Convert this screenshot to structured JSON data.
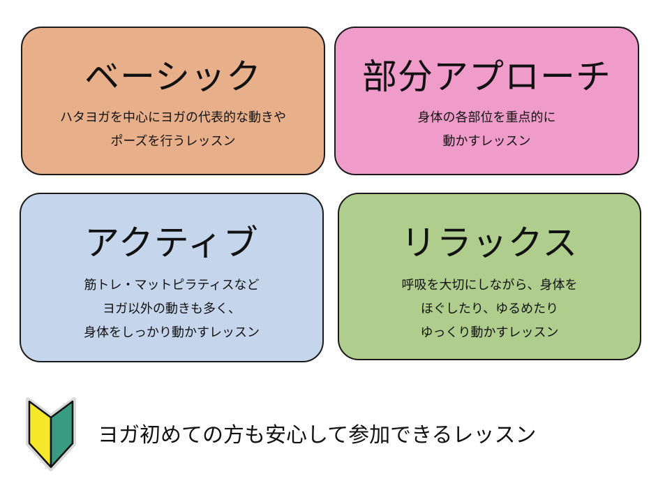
{
  "colors": {
    "basic": "#e8b08a",
    "partial": "#f09cca",
    "active": "#c5d6ec",
    "relax": "#afcd8c",
    "border": "#1a1a1a",
    "mark_yellow": "#f5e82a",
    "mark_green": "#3a9b83"
  },
  "cards": [
    {
      "id": "basic",
      "title": "ベーシック",
      "lines": [
        "ハタヨガを中心にヨガの代表的な動きや",
        "ポーズを行うレッスン"
      ]
    },
    {
      "id": "partial",
      "title": "部分アプローチ",
      "lines": [
        "身体の各部位を重点的に",
        "動かすレッスン"
      ]
    },
    {
      "id": "active",
      "title": "アクティブ",
      "lines": [
        "筋トレ・マットピラティスなど",
        "ヨガ以外の動きも多く、",
        "身体をしっかり動かすレッスン"
      ]
    },
    {
      "id": "relax",
      "title": "リラックス",
      "lines": [
        "呼吸を大切にしながら、身体を",
        "ほぐしたり、ゆるめたり",
        "ゆっくり動かすレッスン"
      ]
    }
  ],
  "footer": {
    "icon": "beginner-mark-icon",
    "text": "ヨガ初めての方も安心して参加できるレッスン"
  }
}
